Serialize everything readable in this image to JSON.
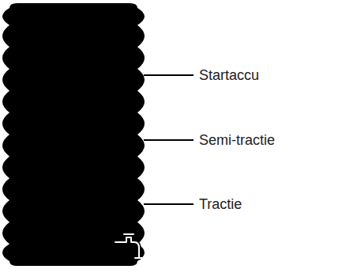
{
  "diagram": {
    "labels": [
      "Startaccu",
      "Semi-tractie",
      "Tractie"
    ]
  }
}
